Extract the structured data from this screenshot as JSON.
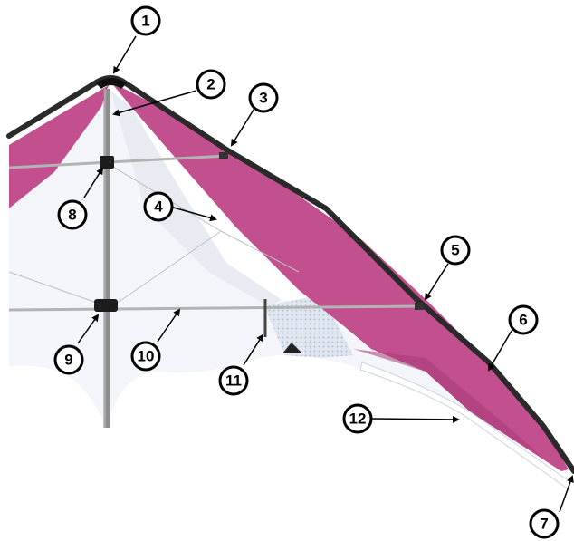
{
  "colors": {
    "sail_white": "#f4f5fa",
    "sail_shadow": "#dfe2ec",
    "wing_panel": "#c24f8e",
    "wing_panel_dark": "#a83c78",
    "leading_edge": "#2a2a2a",
    "spine": "#8e8e8e",
    "spar": "#b3b3b3",
    "mesh": "#c9d4e0",
    "callout_outline": "#000000"
  },
  "callouts": [
    {
      "number": "1"
    },
    {
      "number": "2"
    },
    {
      "number": "3"
    },
    {
      "number": "4"
    },
    {
      "number": "5"
    },
    {
      "number": "6"
    },
    {
      "number": "7"
    },
    {
      "number": "8"
    },
    {
      "number": "9"
    },
    {
      "number": "10"
    },
    {
      "number": "11"
    },
    {
      "number": "12"
    }
  ]
}
